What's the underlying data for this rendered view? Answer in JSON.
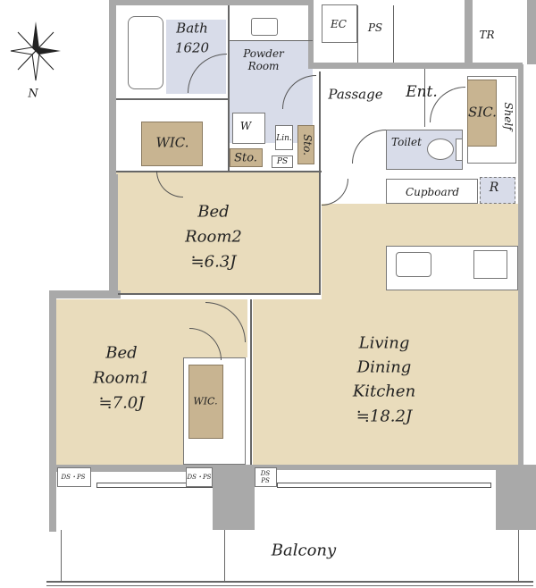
{
  "compass": {
    "north_label": "N"
  },
  "rooms": {
    "bath": {
      "name": "Bath",
      "size": "1620"
    },
    "powder_room": {
      "name": "Powder Room"
    },
    "powder_washer": "W",
    "ec": "EC",
    "ps_top": "PS",
    "tr": "TR",
    "passage": "Passage",
    "entrance": "Ent.",
    "sic": "SIC.",
    "shelf": "Shelf",
    "toilet": "Toilet",
    "cupboard": "Cupboard",
    "refrigerator": "R",
    "wic_top": "WIC.",
    "storage_small": "Sto.",
    "linen": "Lin.",
    "ps_mid": "PS",
    "storage_vertical": "Sto.",
    "bedroom2": {
      "line1": "Bed",
      "line2": "Room2",
      "size": "≒6.3J"
    },
    "bedroom1": {
      "line1": "Bed",
      "line2": "Room1",
      "size": "≒7.0J"
    },
    "wic_bottom": "WIC.",
    "ldk": {
      "line1": "Living",
      "line2": "Dining",
      "line3": "Kitchen",
      "size": "≒18.2J"
    },
    "ds_ps_left": "DS・PS",
    "ds_ps_mid": "DS・PS",
    "ds_ps_right": "DS PS",
    "balcony": "Balcony"
  },
  "colors": {
    "wall": "#a9a9a9",
    "room": "#e9dcbc",
    "storage": "#c8b491",
    "wet": "#d8dce9"
  }
}
